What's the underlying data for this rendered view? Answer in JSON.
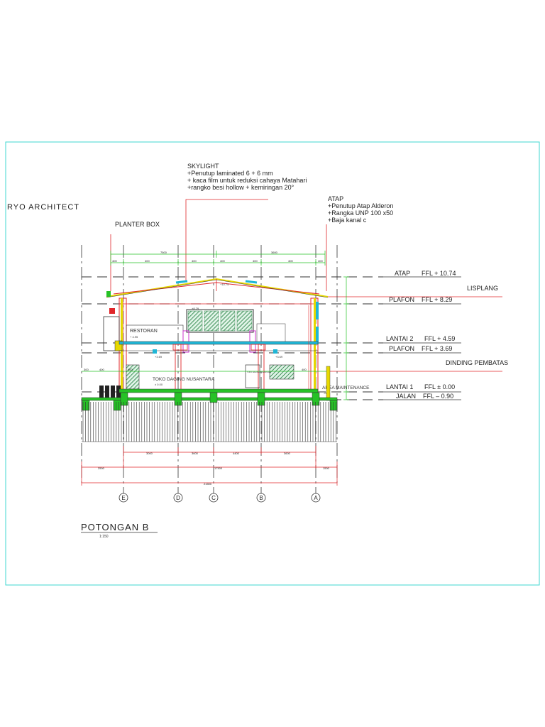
{
  "firm": "RYO ARCHITECT",
  "title": "POTONGAN B",
  "scale": "1:150",
  "skylight": {
    "title": "SKYLIGHT",
    "lines": [
      "+Penutup laminated 6 + 6 mm",
      "+ kaca film untuk reduksi cahaya Matahari",
      "+rangko besi hollow + kemiringan 20°"
    ]
  },
  "atap": {
    "title": "ATAP",
    "lines": [
      "+Penutup Atap Alderon",
      "+Rangka UNP 100 x50",
      "+Baja kanal c"
    ]
  },
  "planter_box": "PLANTER BOX",
  "lisplang": "LISPLANG",
  "dinding_pembatas": "DINDING PEMBATAS",
  "levels": [
    {
      "name": "ATAP",
      "value": "FFL + 10.74"
    },
    {
      "name": "PLAFON",
      "value": "FFL + 8.29"
    },
    {
      "name": "LANTAI 2",
      "value": "FFL + 4.59"
    },
    {
      "name": "PLAFON",
      "value": "FFL + 3.69"
    },
    {
      "name": "LANTAI 1",
      "value": "FFL ± 0.00"
    },
    {
      "name": "JALAN",
      "value": "FFL – 0.90"
    }
  ],
  "rooms": {
    "restoran": "RESTORAN",
    "restoran_elev": "+ 4.95",
    "toko": "TOKO DAGING NUSANTARA",
    "toko_elev": "± 0.00",
    "area_maintenance": "AREA MAINTENANCE",
    "area_elev": "-0.05",
    "door_text": "TOKO DAGING NUSANTARA"
  },
  "plafon_marks": [
    "+3.69",
    "+3.69"
  ],
  "grid_labels": [
    "E",
    "D",
    "C",
    "B",
    "A"
  ],
  "dims": {
    "top_row1": [
      "7500",
      "3600"
    ],
    "top_row2": [
      "400",
      "400",
      "400",
      "400",
      "400",
      "400",
      "400"
    ],
    "bottom_row1": [
      "3000",
      "3600",
      "4400",
      "3600"
    ],
    "bottom_row2": [
      "2500",
      "17500",
      "1500"
    ],
    "bottom_total": "21500"
  },
  "colors": {
    "frame": "#3fd7d2",
    "dim": "#26c226",
    "red": "#e0262a",
    "yellow": "#e6d800",
    "cyan": "#1fb6d6",
    "magenta": "#cc33cc",
    "hatch": "#1a7a3a"
  }
}
